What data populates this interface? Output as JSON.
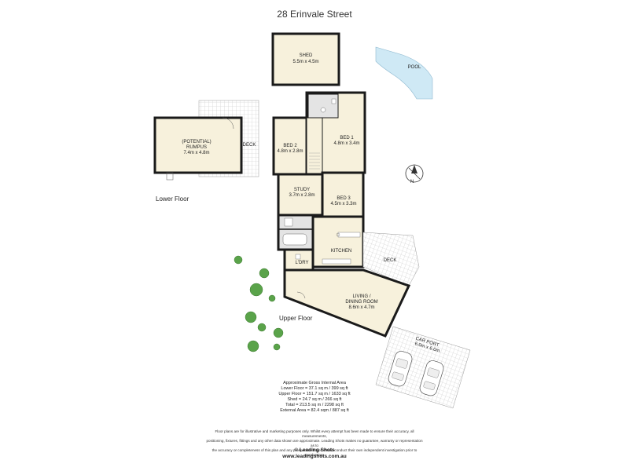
{
  "title": "28 Erinvale Street",
  "rooms": {
    "shed": {
      "name": "SHED",
      "dims": "5.5m x 4.5m"
    },
    "pool": {
      "name": "POOL"
    },
    "rumpus": {
      "name": "(POTENTIAL)\nRUMPUS",
      "name1": "(POTENTIAL)",
      "name2": "RUMPUS",
      "dims": "7.4m x 4.8m"
    },
    "deck_lower": {
      "name": "DECK"
    },
    "bed2": {
      "name": "BED 2",
      "dims": "4.8m x 2.8m"
    },
    "bed1": {
      "name": "BED 1",
      "dims": "4.8m x 3.4m"
    },
    "study": {
      "name": "STUDY",
      "dims": "3.7m x 2.8m"
    },
    "bed3": {
      "name": "BED 3",
      "dims": "4.5m x 3.3m"
    },
    "kitchen": {
      "name": "KITCHEN"
    },
    "deck_upper": {
      "name": "DECK"
    },
    "laundry": {
      "name": "L'DRY"
    },
    "living": {
      "name1": "LIVING /",
      "name2": "DINING ROOM",
      "dims": "8.6m x 4.7m"
    },
    "carport": {
      "name": "CAR PORT",
      "dims": "6.0m x 6.0m"
    }
  },
  "floors": {
    "lower": "Lower Floor",
    "upper": "Upper Floor"
  },
  "compass": {
    "letter": "N"
  },
  "areas": {
    "heading": "Approximate Gross Internal Area",
    "lower": "Lower Floor = 37.1 sq m / 399 sq ft",
    "upper": "Upper Floor = 151.7 sq m / 1633 sq ft",
    "shed": "Shed = 24.7 sq m / 266 sq ft",
    "total": "Total = 213.5 sq m / 2298 sq ft",
    "external": "External Area = 82.4 sqm / 887 sq ft"
  },
  "disclaimer": {
    "line1": "Floor plans are for illustrative and marketing purposes only. Whilst every attempt has been made to ensure their accuracy, all measurements,",
    "line2": "positioning, fixtures, fittings and any other data shown are approximate. Leading Shots makes no guarantee, warranty or representation as to",
    "line3": "the accuracy or completeness of this plan and any prospective buyer should conduct their own independent investigation prior to purchasing."
  },
  "brand": {
    "copyright": "© Leading Shots",
    "url": "www.leadingshots.com.au"
  },
  "colors": {
    "floor_fill": "#f7f1dc",
    "wall": "#1a1a1a",
    "pool": "#cfe9f5",
    "tree": "#5aa34a",
    "deck_hatch": "#bbbbbb"
  }
}
